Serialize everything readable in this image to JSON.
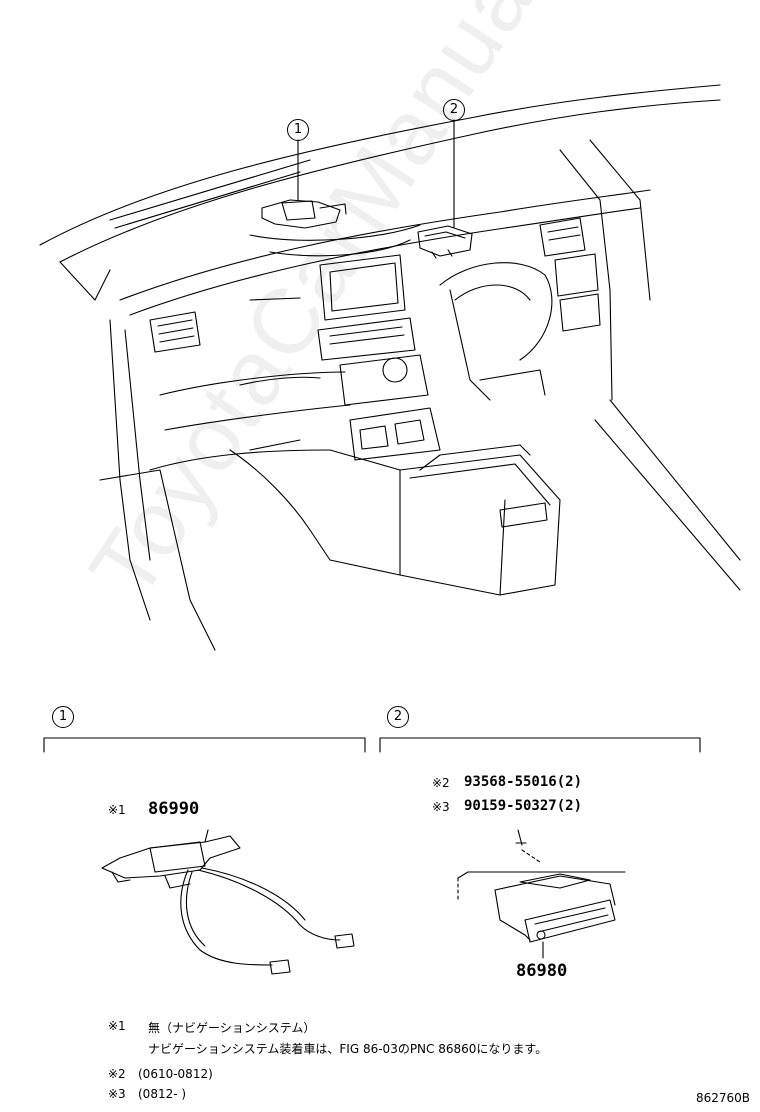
{
  "watermark": "ToyotaCarManual.ru",
  "callouts": {
    "main_1": "1",
    "main_2": "2",
    "section_1": "1",
    "section_2": "2"
  },
  "section1": {
    "mark": "※1",
    "part_number": "86990"
  },
  "section2": {
    "line1_mark": "※2",
    "line1_part": "93568-55016(2)",
    "line2_mark": "※3",
    "line2_part": "90159-50327(2)",
    "part_number": "86980"
  },
  "notes": {
    "n1_mark": "※1",
    "n1_text": "無（ナビゲーションシステム）",
    "n1_sub": "ナビゲーションシステム装着車は、FIG 86-03のPNC 86860になります。",
    "n2_mark": "※2",
    "n2_text": "(0610-0812)",
    "n3_mark": "※3",
    "n3_text": "(0812-      )"
  },
  "figure_id": "862760B"
}
